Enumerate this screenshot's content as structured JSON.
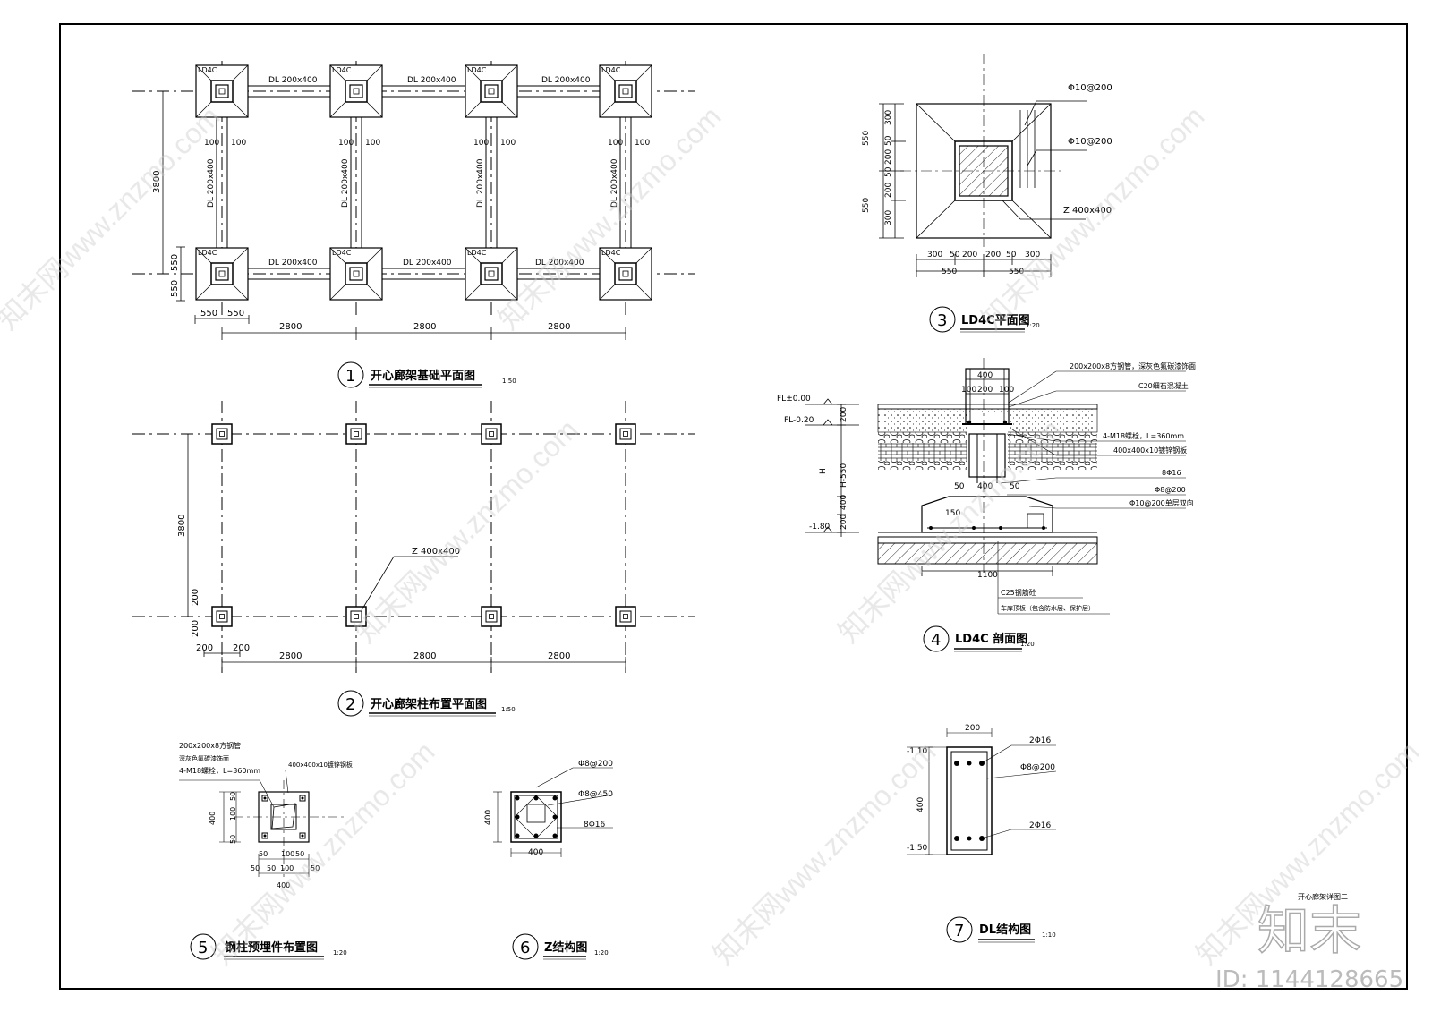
{
  "sheet": {
    "sheet_title": "开心廊架详图二",
    "id_label": "ID: 1144128665",
    "logo_text": "知末",
    "watermark": "知末网www.znzmo.com"
  },
  "dims": {
    "d2800": "2800",
    "d3800": "3800",
    "d550": "550",
    "d100": "100",
    "d200": "200",
    "d300": "300",
    "d50": "50",
    "d400": "400",
    "d1100": "1100"
  },
  "plan1": {
    "num": "1",
    "title": "开心廊架基础平面图",
    "scale": "1:50",
    "foundation_tag": "LD4C",
    "beam_h": "DL 200x400",
    "beam_v": "DL 200x400"
  },
  "plan2": {
    "num": "2",
    "title": "开心廊架柱布置平面图",
    "scale": "1:50",
    "column_callout": "Z 400x400"
  },
  "detail3": {
    "num": "3",
    "title": "LD4C平面图",
    "scale": "1:20",
    "rebar_top": "Φ10@200",
    "rebar_mid": "Φ10@200",
    "column": "Z 400x400"
  },
  "detail4": {
    "num": "4",
    "title": "LD4C 剖面图",
    "scale": "1:20",
    "fl0": "FL±0.00",
    "fl020": "FL-0.20",
    "fl180": "-1.80",
    "h550": "H-550",
    "h": "H",
    "note1": "200x200x8方钢管，深灰色氟碳漆饰面",
    "note2": "C20细石混凝土",
    "note3": "4-M18螺栓，L=360mm",
    "note4": "400x400x10镀锌钢板",
    "note5": "8Φ16",
    "note6": "Φ8@200",
    "note7": "Φ10@200单层双向",
    "note8": "C25钢筋砼",
    "note9": "车库顶板（包含防水层、保护层）",
    "d150": "150"
  },
  "detail5": {
    "num": "5",
    "title": "钢柱预埋件布置图",
    "scale": "1:20",
    "note1": "200x200x8方钢管",
    "note2": "深灰色氟碳漆饰面",
    "note3": "4-M18螺栓，L=360mm",
    "note4": "400x400x10镀锌钢板"
  },
  "detail6": {
    "num": "6",
    "title": "Z结构图",
    "scale": "1:20",
    "r1": "Φ8@200",
    "r2": "Φ8@450",
    "r3": "8Φ16"
  },
  "detail7": {
    "num": "7",
    "title": "DL结构图",
    "scale": "1:10",
    "top_lvl": "-1.10",
    "bot_lvl": "-1.50",
    "r1": "2Φ16",
    "r2": "Φ8@200",
    "r3": "2Φ16"
  }
}
